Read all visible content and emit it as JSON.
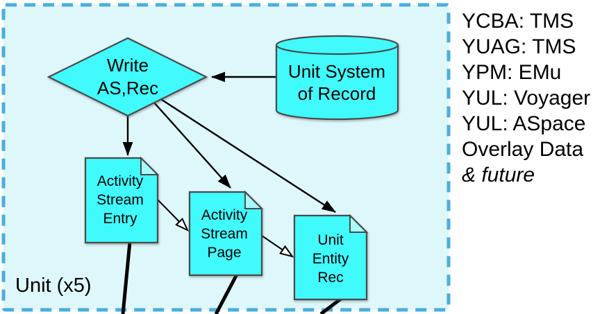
{
  "unit_box": {
    "label": "Unit (x5)"
  },
  "nodes": {
    "write_decision": {
      "line1": "Write",
      "line2": "AS,Rec"
    },
    "unit_system_db": {
      "line1": "Unit System",
      "line2": "of Record"
    },
    "activity_stream_entry": {
      "line1": "Activity",
      "line2": "Stream",
      "line3": "Entry"
    },
    "activity_stream_page": {
      "line1": "Activity",
      "line2": "Stream",
      "line3": "Page"
    },
    "unit_entity_rec": {
      "line1": "Unit",
      "line2": "Entity",
      "line3": "Rec"
    }
  },
  "legend": {
    "lines": [
      "YCBA: TMS",
      "YUAG: TMS",
      "YPM: EMu",
      "YUL: Voyager",
      "YUL: ASpace",
      "Overlay Data",
      "& future"
    ]
  },
  "colors": {
    "box_border": "#4AAEDC",
    "box_fill": "#DEF7FB",
    "shape_fill": "#40FAFC",
    "shape_stroke": "#4A4A4A",
    "arrow": "#000000",
    "text": "#000000"
  }
}
